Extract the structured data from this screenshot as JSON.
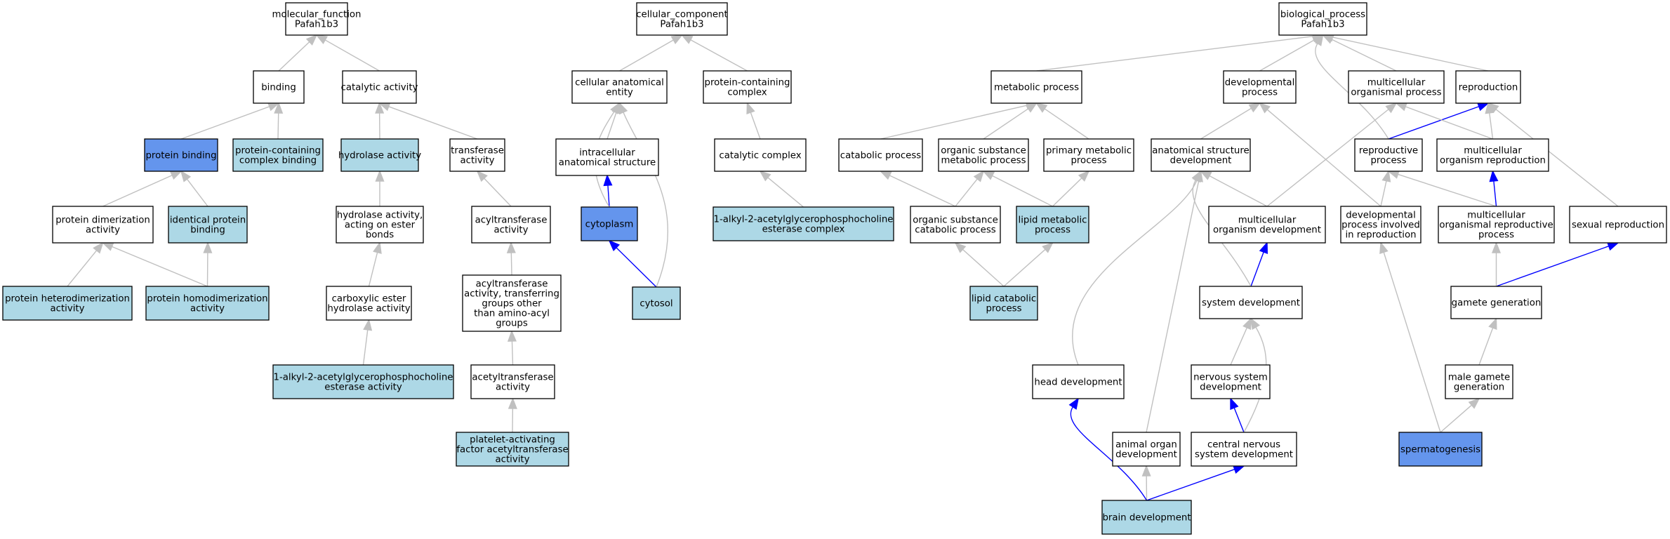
{
  "colors": {
    "plain": "#ffffff",
    "light": "#add8e6",
    "highlight": "#6495ed",
    "edge_gray": "#c0c0c0",
    "edge_blue": "#0000ff"
  },
  "nodes": [
    {
      "id": "mf",
      "lines": [
        "molecular_function",
        "Pafah1b3"
      ],
      "fill": "plain"
    },
    {
      "id": "binding",
      "lines": [
        "binding"
      ],
      "fill": "plain"
    },
    {
      "id": "catact",
      "lines": [
        "catalytic activity"
      ],
      "fill": "plain"
    },
    {
      "id": "protbind",
      "lines": [
        "protein binding"
      ],
      "fill": "highlight"
    },
    {
      "id": "pcbind",
      "lines": [
        "protein-containing",
        "complex binding"
      ],
      "fill": "light"
    },
    {
      "id": "hydro",
      "lines": [
        "hydrolase activity"
      ],
      "fill": "light"
    },
    {
      "id": "transf",
      "lines": [
        "transferase",
        "activity"
      ],
      "fill": "plain"
    },
    {
      "id": "dimer",
      "lines": [
        "protein dimerization",
        "activity"
      ],
      "fill": "plain"
    },
    {
      "id": "identical",
      "lines": [
        "identical protein",
        "binding"
      ],
      "fill": "light"
    },
    {
      "id": "hydroester",
      "lines": [
        "hydrolase activity,",
        "acting on ester",
        "bonds"
      ],
      "fill": "plain"
    },
    {
      "id": "acyltr",
      "lines": [
        "acyltransferase",
        "activity"
      ],
      "fill": "plain"
    },
    {
      "id": "heterodimer",
      "lines": [
        "protein heterodimerization",
        "activity"
      ],
      "fill": "light"
    },
    {
      "id": "homodimer",
      "lines": [
        "protein homodimerization",
        "activity"
      ],
      "fill": "light"
    },
    {
      "id": "carbox",
      "lines": [
        "carboxylic ester",
        "hydrolase activity"
      ],
      "fill": "plain"
    },
    {
      "id": "acyltr2",
      "lines": [
        "acyltransferase",
        "activity, transferring",
        "groups other",
        "than amino-acyl",
        "groups"
      ],
      "fill": "plain"
    },
    {
      "id": "alkylact",
      "lines": [
        "1-alkyl-2-acetylglycerophosphocholine",
        "esterase activity"
      ],
      "fill": "light"
    },
    {
      "id": "acetyltr",
      "lines": [
        "acetyltransferase",
        "activity"
      ],
      "fill": "plain"
    },
    {
      "id": "pafat",
      "lines": [
        "platelet-activating",
        "factor acetyltransferase",
        "activity"
      ],
      "fill": "light"
    },
    {
      "id": "cc",
      "lines": [
        "cellular_component",
        "Pafah1b3"
      ],
      "fill": "plain"
    },
    {
      "id": "cae",
      "lines": [
        "cellular anatomical",
        "entity"
      ],
      "fill": "plain"
    },
    {
      "id": "pcc",
      "lines": [
        "protein-containing",
        "complex"
      ],
      "fill": "plain"
    },
    {
      "id": "intracell",
      "lines": [
        "intracellular",
        "anatomical structure"
      ],
      "fill": "plain"
    },
    {
      "id": "catcomplex",
      "lines": [
        "catalytic complex"
      ],
      "fill": "plain"
    },
    {
      "id": "cytoplasm",
      "lines": [
        "cytoplasm"
      ],
      "fill": "highlight"
    },
    {
      "id": "alkylcx",
      "lines": [
        "1-alkyl-2-acetylglycerophosphocholine",
        "esterase complex"
      ],
      "fill": "light"
    },
    {
      "id": "cytosol",
      "lines": [
        "cytosol"
      ],
      "fill": "light"
    },
    {
      "id": "bp",
      "lines": [
        "biological_process",
        "Pafah1b3"
      ],
      "fill": "plain"
    },
    {
      "id": "metab",
      "lines": [
        "metabolic process"
      ],
      "fill": "plain"
    },
    {
      "id": "devproc",
      "lines": [
        "developmental",
        "process"
      ],
      "fill": "plain"
    },
    {
      "id": "multiorg",
      "lines": [
        "multicellular",
        "organismal process"
      ],
      "fill": "plain"
    },
    {
      "id": "repro",
      "lines": [
        "reproduction"
      ],
      "fill": "plain"
    },
    {
      "id": "catab",
      "lines": [
        "catabolic process"
      ],
      "fill": "plain"
    },
    {
      "id": "orgsub",
      "lines": [
        "organic substance",
        "metabolic process"
      ],
      "fill": "plain"
    },
    {
      "id": "primmet",
      "lines": [
        "primary metabolic",
        "process"
      ],
      "fill": "plain"
    },
    {
      "id": "anatdev",
      "lines": [
        "anatomical structure",
        "development"
      ],
      "fill": "plain"
    },
    {
      "id": "reproproc",
      "lines": [
        "reproductive",
        "process"
      ],
      "fill": "plain"
    },
    {
      "id": "multirepro",
      "lines": [
        "multicellular",
        "organism reproduction"
      ],
      "fill": "plain"
    },
    {
      "id": "orgcatab",
      "lines": [
        "organic substance",
        "catabolic process"
      ],
      "fill": "plain"
    },
    {
      "id": "lipidmet",
      "lines": [
        "lipid metabolic",
        "process"
      ],
      "fill": "light"
    },
    {
      "id": "multidev",
      "lines": [
        "multicellular",
        "organism development"
      ],
      "fill": "plain"
    },
    {
      "id": "devrepro",
      "lines": [
        "developmental",
        "process involved",
        "in reproduction"
      ],
      "fill": "plain"
    },
    {
      "id": "multireproproc",
      "lines": [
        "multicellular",
        "organismal reproductive",
        "process"
      ],
      "fill": "plain"
    },
    {
      "id": "sexrepro",
      "lines": [
        "sexual reproduction"
      ],
      "fill": "plain"
    },
    {
      "id": "lipidcatab",
      "lines": [
        "lipid catabolic",
        "process"
      ],
      "fill": "light"
    },
    {
      "id": "sysdev",
      "lines": [
        "system development"
      ],
      "fill": "plain"
    },
    {
      "id": "gamete",
      "lines": [
        "gamete generation"
      ],
      "fill": "plain"
    },
    {
      "id": "headdev",
      "lines": [
        "head development"
      ],
      "fill": "plain"
    },
    {
      "id": "nervdev",
      "lines": [
        "nervous system",
        "development"
      ],
      "fill": "plain"
    },
    {
      "id": "malegamete",
      "lines": [
        "male gamete",
        "generation"
      ],
      "fill": "plain"
    },
    {
      "id": "animorgan",
      "lines": [
        "animal organ",
        "development"
      ],
      "fill": "plain"
    },
    {
      "id": "cnsdev",
      "lines": [
        "central nervous",
        "system development"
      ],
      "fill": "plain"
    },
    {
      "id": "spermato",
      "lines": [
        "spermatogenesis"
      ],
      "fill": "highlight"
    },
    {
      "id": "braindev",
      "lines": [
        "brain development"
      ],
      "fill": "light"
    }
  ],
  "edges": [
    {
      "from": "binding",
      "to": "mf",
      "color": "gray"
    },
    {
      "from": "catact",
      "to": "mf",
      "color": "gray"
    },
    {
      "from": "protbind",
      "to": "binding",
      "color": "gray"
    },
    {
      "from": "pcbind",
      "to": "binding",
      "color": "gray"
    },
    {
      "from": "hydro",
      "to": "catact",
      "color": "gray"
    },
    {
      "from": "transf",
      "to": "catact",
      "color": "gray"
    },
    {
      "from": "dimer",
      "to": "protbind",
      "color": "gray"
    },
    {
      "from": "identical",
      "to": "protbind",
      "color": "gray"
    },
    {
      "from": "hydroester",
      "to": "hydro",
      "color": "gray"
    },
    {
      "from": "acyltr",
      "to": "transf",
      "color": "gray"
    },
    {
      "from": "heterodimer",
      "to": "dimer",
      "color": "gray"
    },
    {
      "from": "homodimer",
      "to": "dimer",
      "color": "gray"
    },
    {
      "from": "homodimer",
      "to": "identical",
      "color": "gray"
    },
    {
      "from": "carbox",
      "to": "hydroester",
      "color": "gray"
    },
    {
      "from": "acyltr2",
      "to": "acyltr",
      "color": "gray"
    },
    {
      "from": "alkylact",
      "to": "carbox",
      "color": "gray"
    },
    {
      "from": "acetyltr",
      "to": "acyltr2",
      "color": "gray"
    },
    {
      "from": "pafat",
      "to": "acetyltr",
      "color": "gray"
    },
    {
      "from": "cae",
      "to": "cc",
      "color": "gray"
    },
    {
      "from": "pcc",
      "to": "cc",
      "color": "gray"
    },
    {
      "from": "intracell",
      "to": "cae",
      "color": "gray"
    },
    {
      "from": "catcomplex",
      "to": "pcc",
      "color": "gray"
    },
    {
      "from": "cytoplasm",
      "to": "intracell",
      "color": "blue"
    },
    {
      "from": "cytoplasm",
      "to": "cae",
      "color": "gray",
      "curve": "left"
    },
    {
      "from": "alkylcx",
      "to": "catcomplex",
      "color": "gray"
    },
    {
      "from": "cytosol",
      "to": "cytoplasm",
      "color": "blue"
    },
    {
      "from": "cytosol",
      "to": "cae",
      "color": "gray",
      "curve": "right"
    },
    {
      "from": "metab",
      "to": "bp",
      "color": "gray"
    },
    {
      "from": "devproc",
      "to": "bp",
      "color": "gray"
    },
    {
      "from": "multiorg",
      "to": "bp",
      "color": "gray"
    },
    {
      "from": "repro",
      "to": "bp",
      "color": "gray"
    },
    {
      "from": "reproproc",
      "to": "bp",
      "color": "gray",
      "curve": "left"
    },
    {
      "from": "catab",
      "to": "metab",
      "color": "gray"
    },
    {
      "from": "orgsub",
      "to": "metab",
      "color": "gray"
    },
    {
      "from": "primmet",
      "to": "metab",
      "color": "gray"
    },
    {
      "from": "anatdev",
      "to": "devproc",
      "color": "gray"
    },
    {
      "from": "reproproc",
      "to": "repro",
      "color": "blue"
    },
    {
      "from": "multirepro",
      "to": "multiorg",
      "color": "gray"
    },
    {
      "from": "multirepro",
      "to": "repro",
      "color": "gray"
    },
    {
      "from": "orgcatab",
      "to": "catab",
      "color": "gray"
    },
    {
      "from": "orgcatab",
      "to": "orgsub",
      "color": "gray"
    },
    {
      "from": "lipidmet",
      "to": "orgsub",
      "color": "gray"
    },
    {
      "from": "lipidmet",
      "to": "primmet",
      "color": "gray"
    },
    {
      "from": "multidev",
      "to": "anatdev",
      "color": "gray"
    },
    {
      "from": "multidev",
      "to": "multiorg",
      "color": "gray"
    },
    {
      "from": "devrepro",
      "to": "reproproc",
      "color": "gray"
    },
    {
      "from": "devrepro",
      "to": "devproc",
      "color": "gray"
    },
    {
      "from": "multireproproc",
      "to": "multirepro",
      "color": "blue"
    },
    {
      "from": "multireproproc",
      "to": "reproproc",
      "color": "gray"
    },
    {
      "from": "sexrepro",
      "to": "repro",
      "color": "gray"
    },
    {
      "from": "lipidcatab",
      "to": "orgcatab",
      "color": "gray"
    },
    {
      "from": "lipidcatab",
      "to": "lipidmet",
      "color": "gray"
    },
    {
      "from": "sysdev",
      "to": "multidev",
      "color": "blue"
    },
    {
      "from": "sysdev",
      "to": "anatdev",
      "color": "gray",
      "curve": "left"
    },
    {
      "from": "gamete",
      "to": "sexrepro",
      "color": "blue"
    },
    {
      "from": "gamete",
      "to": "multireproproc",
      "color": "gray"
    },
    {
      "from": "headdev",
      "to": "anatdev",
      "color": "gray",
      "curve": "left"
    },
    {
      "from": "nervdev",
      "to": "sysdev",
      "color": "gray"
    },
    {
      "from": "malegamete",
      "to": "gamete",
      "color": "gray"
    },
    {
      "from": "animorgan",
      "to": "anatdev",
      "color": "gray"
    },
    {
      "from": "cnsdev",
      "to": "nervdev",
      "color": "blue"
    },
    {
      "from": "cnsdev",
      "to": "sysdev",
      "color": "gray",
      "curve": "right"
    },
    {
      "from": "spermato",
      "to": "malegamete",
      "color": "gray"
    },
    {
      "from": "spermato",
      "to": "devrepro",
      "color": "gray"
    },
    {
      "from": "braindev",
      "to": "cnsdev",
      "color": "blue"
    },
    {
      "from": "braindev",
      "to": "animorgan",
      "color": "gray"
    },
    {
      "from": "braindev",
      "to": "headdev",
      "color": "blue",
      "curve": "left"
    }
  ]
}
